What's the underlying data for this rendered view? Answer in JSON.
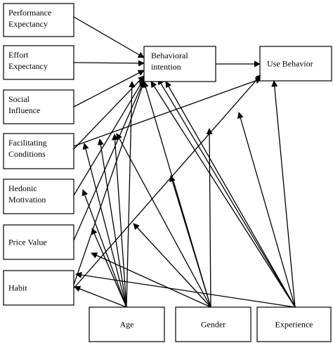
{
  "colors": {
    "stroke": "#000000",
    "background": "#ffffff"
  },
  "constructs": [
    {
      "id": "pe",
      "lines": [
        "Performance",
        "Expectancy"
      ]
    },
    {
      "id": "ee",
      "lines": [
        "Effort",
        "Expectancy"
      ]
    },
    {
      "id": "si",
      "lines": [
        "Social",
        "Influence"
      ]
    },
    {
      "id": "fc",
      "lines": [
        "Facilitating",
        "Conditions"
      ]
    },
    {
      "id": "hm",
      "lines": [
        "Hedonic",
        "Motivation"
      ]
    },
    {
      "id": "pv",
      "lines": [
        "Price Value"
      ]
    },
    {
      "id": "hb",
      "lines": [
        "Habit"
      ]
    }
  ],
  "outcomes": [
    {
      "id": "bi",
      "lines": [
        "Behavioral",
        "intention"
      ]
    },
    {
      "id": "ub",
      "lines": [
        "Use Behavior"
      ]
    }
  ],
  "moderators": [
    {
      "id": "age",
      "lines": [
        "Age"
      ]
    },
    {
      "id": "gender",
      "lines": [
        "Gender"
      ]
    },
    {
      "id": "exp",
      "lines": [
        "Experience"
      ]
    }
  ]
}
